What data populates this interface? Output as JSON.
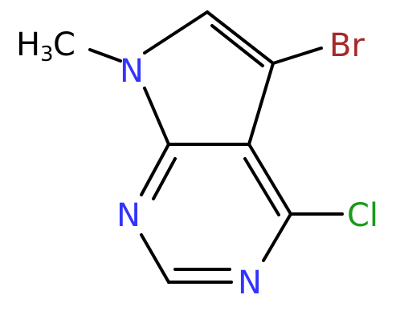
{
  "molecule": {
    "atoms": {
      "n7": "N",
      "n1": "N",
      "n3": "N",
      "br": "Br",
      "cl": "Cl",
      "methyl_h": "H",
      "methyl_sub": "3",
      "methyl_c": "C"
    },
    "colors": {
      "bond": "#000000",
      "nitrogen": "#3333ff",
      "bromine": "#a52a2a",
      "chlorine": "#1a9a1a",
      "carbon": "#000000"
    }
  }
}
